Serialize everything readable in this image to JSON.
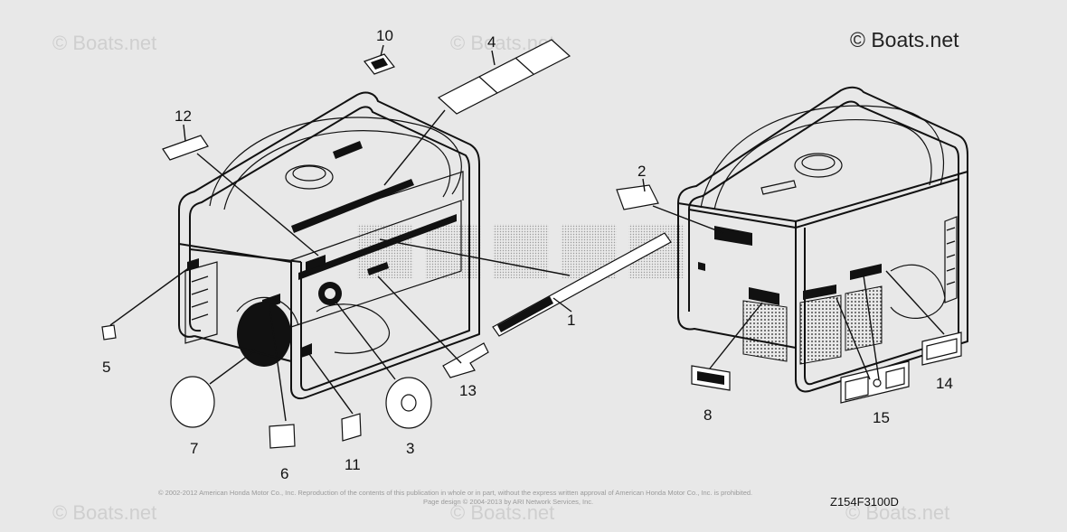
{
  "copyright_top": "© Boats.net",
  "watermark_text": "© Boats.net",
  "diagram_code": "Z154F3100D",
  "legal_line_1": "© 2002-2012 American Honda Motor Co., Inc. Reproduction of the contents of this publication in whole or in part, without the express written approval of American Honda Motor Co., Inc. is prohibited.",
  "legal_line_2": "Page design © 2004-2013 by ARI Network Services, Inc.",
  "callouts": {
    "c1": "1",
    "c2": "2",
    "c3": "3",
    "c4": "4",
    "c5": "5",
    "c6": "6",
    "c7": "7",
    "c8": "8",
    "c10": "10",
    "c11": "11",
    "c12": "12",
    "c13": "13",
    "c14": "14",
    "c15": "15"
  },
  "colors": {
    "background": "#e8e8e8",
    "line": "#111111",
    "watermark": "#cfcfcf"
  }
}
